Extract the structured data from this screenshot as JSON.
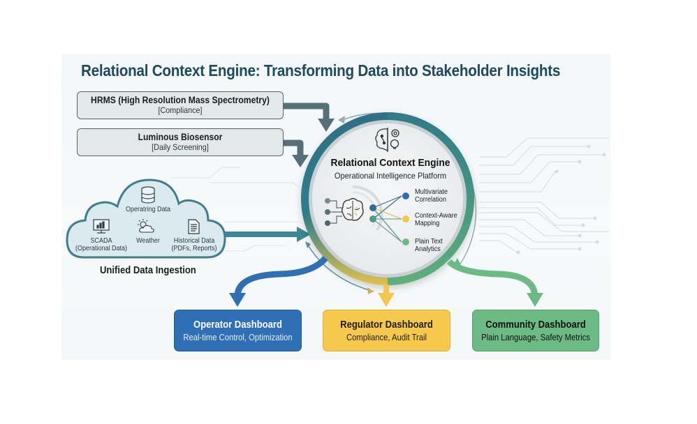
{
  "title": "Relational Context Engine: Transforming Data into Stakeholder Insights",
  "sources": [
    {
      "name": "HRMS (High Resolution Mass Spectrometry)",
      "tag": "[Compliance]"
    },
    {
      "name": "Luminous Biosensor",
      "tag": "[Daily Screening]"
    }
  ],
  "cloud": {
    "items": [
      {
        "label": "Operatring Data",
        "icon": "database-icon"
      },
      {
        "label": "SCADA\n(Operational Data)",
        "line1": "SCADA",
        "line2": "(Operational Data)",
        "icon": "monitor-chart-icon"
      },
      {
        "label": "Weather",
        "icon": "weather-icon"
      },
      {
        "label": "Historical Data (PDFs, Reports)",
        "line1": "Historical Data",
        "line2": "(PDFs, Reports)",
        "icon": "document-icon"
      }
    ],
    "caption": "Unified Data Ingestion"
  },
  "engine": {
    "title": "Relational Context Engine",
    "subtitle": "Operational Intelligence Platform",
    "icon": "brain-gear-bulb-icon",
    "features": [
      {
        "line1": "Multivariate",
        "line2": "Correlation",
        "color": "#2f6fb6"
      },
      {
        "line1": "Context-Aware",
        "line2": "Mapping",
        "color": "#f4c64a"
      },
      {
        "line1": "Plain Text",
        "line2": "Analytics",
        "color": "#6cba84"
      }
    ]
  },
  "dashboards": [
    {
      "title": "Operator Dashboard",
      "subtitle": "Real-time Control, Optimization",
      "color": "#2f6fb6"
    },
    {
      "title": "Regulator Dashboard",
      "subtitle": "Compliance, Audit Trail",
      "color": "#f6c94c"
    },
    {
      "title": "Community Dashboard",
      "subtitle": "Plain Language, Safety Metrics",
      "color": "#6cba84"
    }
  ],
  "colors": {
    "title": "#1e4a5e",
    "teal": "#2f7a8a",
    "arrow_gray": "#56707a"
  }
}
